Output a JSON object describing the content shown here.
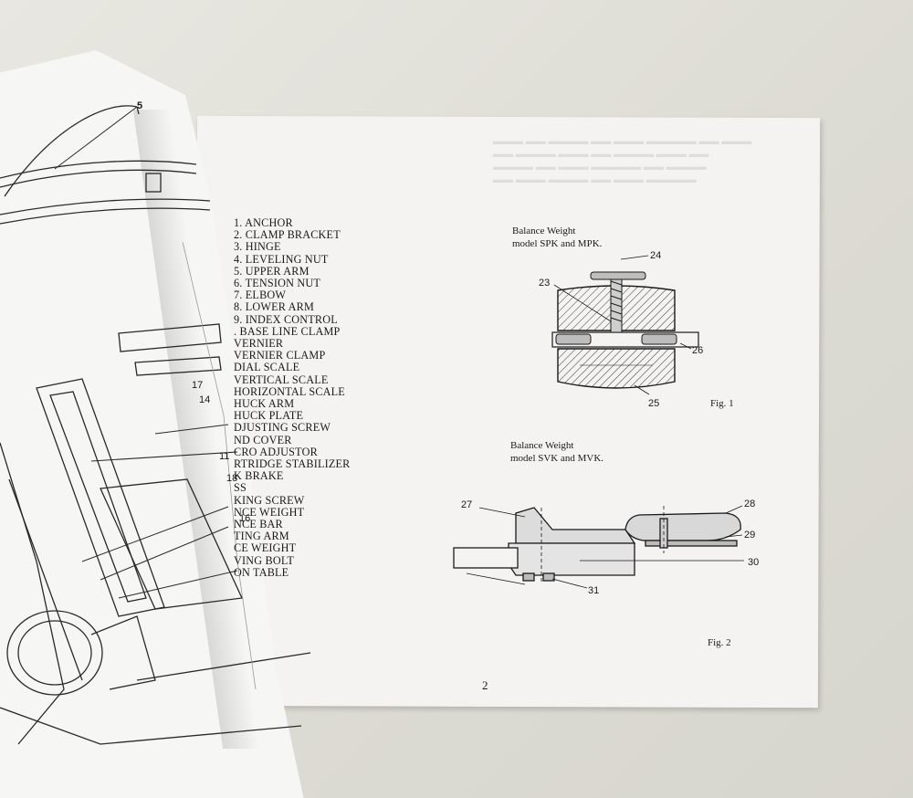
{
  "parts_list": [
    "1. ANCHOR",
    "2. CLAMP BRACKET",
    "3. HINGE",
    "4. LEVELING NUT",
    "5. UPPER ARM",
    "6. TENSION NUT",
    "7. ELBOW",
    "8. LOWER ARM",
    "9. INDEX CONTROL",
    ". BASE LINE CLAMP",
    "VERNIER",
    "VERNIER CLAMP",
    "DIAL SCALE",
    "VERTICAL SCALE",
    "HORIZONTAL SCALE",
    "HUCK ARM",
    "HUCK PLATE",
    "DJUSTING SCREW",
    "ND COVER",
    "CRO ADJUSTOR",
    "RTRIDGE STABILIZER",
    "K BRAKE",
    "SS",
    "KING SCREW",
    "NCE WEIGHT",
    "NCE BAR",
    "TING ARM",
    "CE WEIGHT",
    "VING BOLT",
    "ON TABLE"
  ],
  "fig1": {
    "caption_line1": "Balance Weight",
    "caption_line2": "model SPK and MPK.",
    "callouts": [
      "24",
      "23",
      "26",
      "25"
    ],
    "label": "Fig. 1"
  },
  "fig2": {
    "caption_line1": "Balance Weight",
    "caption_line2": "model SVK and MVK.",
    "callouts": [
      "27",
      "28",
      "29",
      "30",
      "31"
    ],
    "label": "Fig. 2"
  },
  "left_diagram_callouts": [
    "5",
    "17",
    "14",
    "11",
    "18",
    "16"
  ],
  "page_number": "2"
}
